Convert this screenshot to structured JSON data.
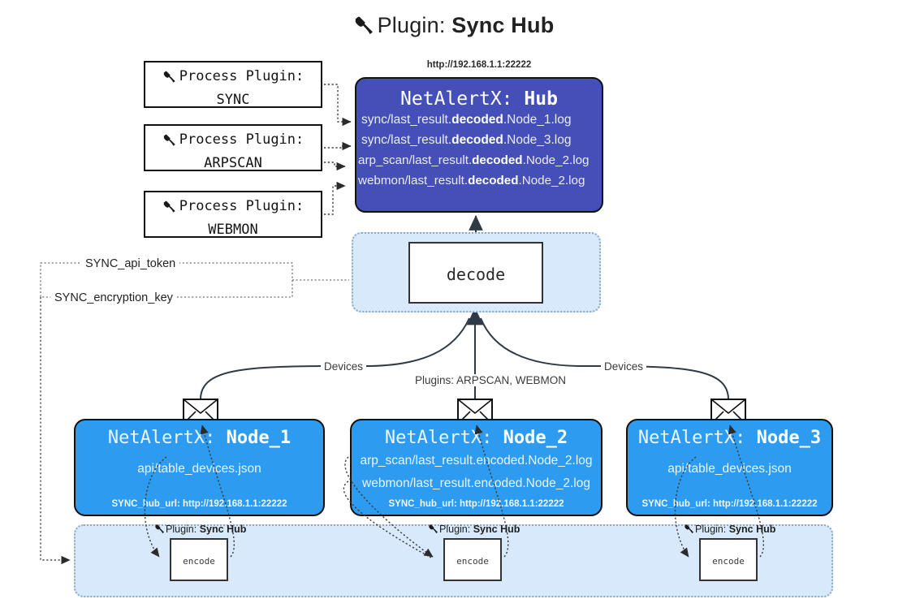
{
  "title": {
    "prefix": "Plugin:",
    "name": "Sync Hub",
    "icon": "plug-icon"
  },
  "hub": {
    "url": "http://192.168.1.1:22222",
    "title_prefix": "NetAlertX:",
    "title_name": "Hub",
    "loglines": [
      {
        "pre": "sync/last_result.",
        "mid": "decoded",
        "post": ".Node_1.log"
      },
      {
        "pre": "sync/last_result.",
        "mid": "decoded",
        "post": ".Node_3.log"
      },
      {
        "pre": "arp_scan/last_result.",
        "mid": "decoded",
        "post": ".Node_2.log"
      },
      {
        "pre": "webmon/last_result.",
        "mid": "decoded",
        "post": ".Node_2.log"
      }
    ]
  },
  "process_plugins": [
    {
      "line1": "Process Plugin:",
      "line2": "SYNC",
      "icon": "plug-icon"
    },
    {
      "line1": "Process Plugin:",
      "line2": "ARPSCAN",
      "icon": "plug-icon"
    },
    {
      "line1": "Process Plugin:",
      "line2": "WEBMON",
      "icon": "plug-icon"
    }
  ],
  "params": {
    "api_token": "SYNC_api_token",
    "encryption_key": "SYNC_encryption_key"
  },
  "decode": {
    "label": "decode"
  },
  "edge_labels": {
    "devices_left": "Devices",
    "devices_right": "Devices",
    "plugins": "Plugins: ARPSCAN, WEBMON"
  },
  "nodes": [
    {
      "title_prefix": "NetAlertX:",
      "title_name": "Node_1",
      "lines": [
        "api/table_devices.json"
      ],
      "hub_url": "SYNC_hub_url: http://192.168.1.1:22222",
      "mail_icon": "envelope-icon"
    },
    {
      "title_prefix": "NetAlertX:",
      "title_name": "Node_2",
      "lines": [
        "arp_scan/last_result.encoded.Node_2.log",
        "webmon/last_result.encoded.Node_2.log"
      ],
      "hub_url": "SYNC_hub_url: http://192.168.1.1:22222",
      "mail_icon": "envelope-icon"
    },
    {
      "title_prefix": "NetAlertX:",
      "title_name": "Node_3",
      "lines": [
        "api/table_devices.json"
      ],
      "hub_url": "SYNC_hub_url: http://192.168.1.1:22222",
      "mail_icon": "envelope-icon"
    }
  ],
  "encoders": [
    {
      "label": "encode",
      "plugin_prefix": "Plugin:",
      "plugin_name": "Sync Hub",
      "icon": "plug-icon"
    },
    {
      "label": "encode",
      "plugin_prefix": "Plugin:",
      "plugin_name": "Sync Hub",
      "icon": "plug-icon"
    },
    {
      "label": "encode",
      "plugin_prefix": "Plugin:",
      "plugin_name": "Sync Hub",
      "icon": "plug-icon"
    }
  ],
  "colors": {
    "hub_fill": "#4450b7",
    "node_fill": "#2d9bf0",
    "container_fill": "#d7e9fa",
    "container_border": "#8aa9c4",
    "stroke": "#111111"
  }
}
